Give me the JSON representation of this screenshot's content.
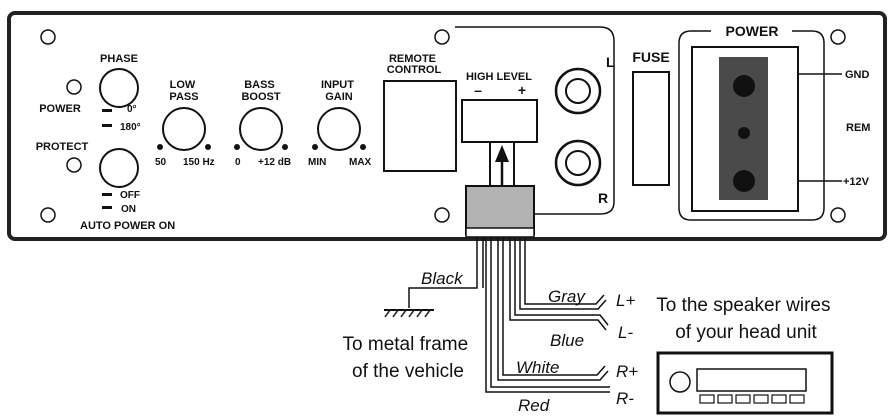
{
  "panel": {
    "phase": "PHASE",
    "phase_0": "0°",
    "phase_180": "180°",
    "power_led": "POWER",
    "protect_led": "PROTECT",
    "auto_off": "OFF",
    "auto_on": "ON",
    "auto_power_on": "AUTO POWER ON",
    "low_pass": "LOW\nPASS",
    "low_pass_min": "50",
    "low_pass_max": "150 Hz",
    "bass_boost": "BASS\nBOOST",
    "bass_min": "0",
    "bass_max": "+12 dB",
    "input_gain": "INPUT\nGAIN",
    "gain_min": "MIN",
    "gain_max": "MAX",
    "remote_control": "REMOTE\nCONTROL",
    "high_level": "HIGH LEVEL",
    "hl_minus": "–",
    "hl_plus": "+",
    "rca_l": "L",
    "rca_r": "R",
    "fuse": "FUSE",
    "power": "POWER",
    "gnd": "GND",
    "rem": "REM",
    "v12": "+12V"
  },
  "wires": {
    "black": "Black",
    "gray": "Gray",
    "blue": "Blue",
    "white": "White",
    "red": "Red"
  },
  "terminals": {
    "l_plus": "L+",
    "l_minus": "L-",
    "r_plus": "R+",
    "r_minus": "R-"
  },
  "captions": {
    "frame": "To metal frame\nof the vehicle",
    "speaker": "To the speaker wires\nof your head unit"
  }
}
